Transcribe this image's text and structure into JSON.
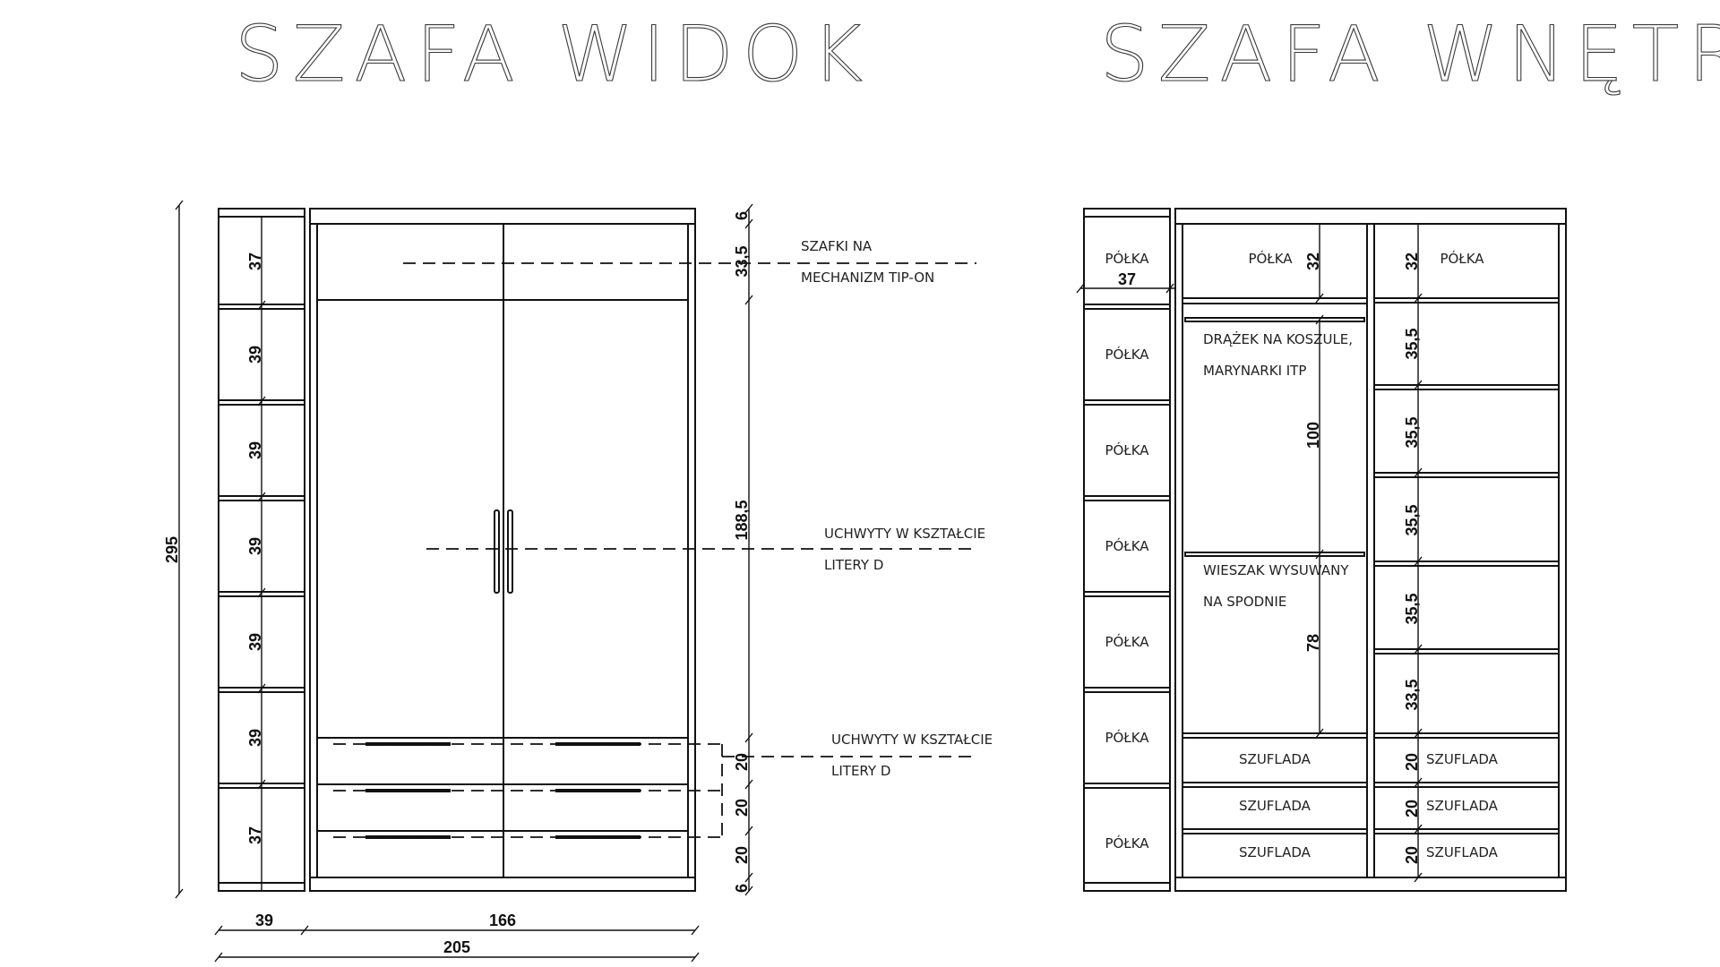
{
  "titles": {
    "left": "SZAFA WIDOK",
    "right": "SZAFA WNĘTRZE"
  },
  "left_view": {
    "total_height": "295",
    "left_col_dims": [
      "37",
      "39",
      "39",
      "39",
      "39",
      "39",
      "37"
    ],
    "right_dims": {
      "top": "6",
      "upper": "33,5",
      "middle": "188,5",
      "d1": "20",
      "d2": "20",
      "d3": "20",
      "bottom": "6"
    },
    "bottom_dims": {
      "left": "39",
      "body": "166",
      "total": "205"
    },
    "notes": [
      {
        "line1": "SZAFKI NA",
        "line2": "MECHANIZM TIP-ON"
      },
      {
        "line1": "UCHWYTY W KSZTAŁCIE",
        "line2": "LITERY D"
      },
      {
        "line1": "UCHWYTY W KSZTAŁCIE",
        "line2": "LITERY D"
      }
    ]
  },
  "right_view": {
    "side_labels": [
      "PÓŁKA",
      "PÓŁKA",
      "PÓŁKA",
      "PÓŁKA",
      "PÓŁKA",
      "PÓŁKA",
      "PÓŁKA"
    ],
    "side_width": "37",
    "middle": {
      "top_label": "PÓŁKA",
      "top_dim": "32",
      "rod_line1": "DRĄŻEK NA KOSZULE,",
      "rod_line2": "MARYNARKI ITP",
      "rod_dim": "100",
      "hanger_line1": "WIESZAK WYSUWANY",
      "hanger_line2": "NA SPODNIE",
      "hanger_dim": "78",
      "drawers": [
        "SZUFLADA",
        "SZUFLADA",
        "SZUFLADA"
      ]
    },
    "right_col": {
      "top_label": "PÓŁKA",
      "top_dim": "32",
      "shelf_dims": [
        "35,5",
        "35,5",
        "35,5",
        "35,5",
        "33,5"
      ],
      "drawer_dims": [
        "20",
        "20",
        "20"
      ],
      "drawers": [
        "SZUFLADA",
        "SZUFLADA",
        "SZUFLADA"
      ]
    }
  }
}
